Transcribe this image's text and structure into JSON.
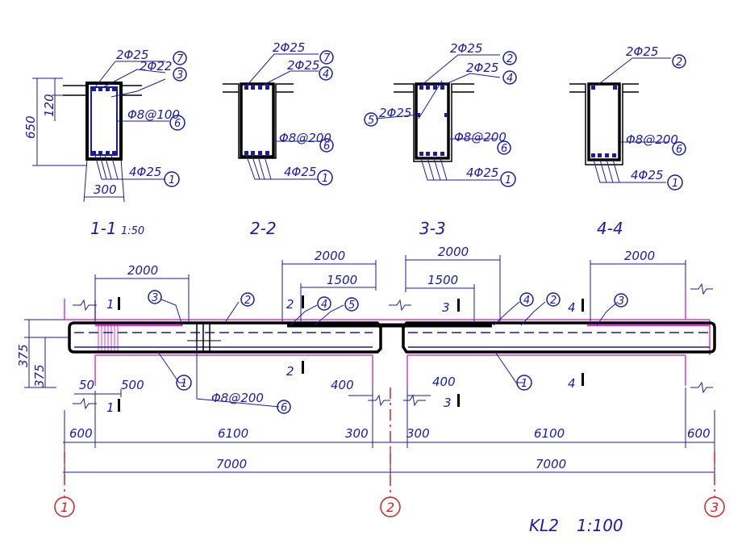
{
  "sections": [
    {
      "id": "1-1",
      "title": "1-1",
      "scale": "1:50",
      "labels": {
        "top1": "2Φ25",
        "top2": "2Φ22",
        "stirrup": "Φ8@100",
        "bottom": "4Φ25",
        "width": "300",
        "height": "650",
        "slab": "120"
      },
      "markers": {
        "top1": "7",
        "top2": "3",
        "stirrup": "6",
        "bottom": "1"
      }
    },
    {
      "id": "2-2",
      "title": "2-2",
      "labels": {
        "top1": "2Φ25",
        "top2": "2Φ25",
        "stirrup": "Φ8@200",
        "bottom": "4Φ25"
      },
      "markers": {
        "top1": "7",
        "top2": "4",
        "stirrup": "6",
        "bottom": "1"
      }
    },
    {
      "id": "3-3",
      "title": "3-3",
      "labels": {
        "top1": "2Φ25",
        "top2": "2Φ25",
        "side": "2Φ25",
        "stirrup": "Φ8@200",
        "bottom": "4Φ25"
      },
      "markers": {
        "top1": "2",
        "top2": "4",
        "side": "5",
        "stirrup": "6",
        "bottom": "1"
      }
    },
    {
      "id": "4-4",
      "title": "4-4",
      "labels": {
        "top1": "2Φ25",
        "stirrup": "Φ8@200",
        "bottom": "4Φ25"
      },
      "markers": {
        "top1": "2",
        "stirrup": "6",
        "bottom": "1"
      }
    }
  ],
  "elevation": {
    "dims_top": {
      "left_2000": "2000",
      "mid_left_2000": "2000",
      "mid_left_1500": "1500",
      "mid_right_2000": "2000",
      "mid_right_1500": "1500",
      "right_2000": "2000"
    },
    "dims_left": {
      "upper": "375",
      "lower": "375"
    },
    "dims_small": {
      "d50": "50",
      "d500": "500",
      "d400_left": "400",
      "d400_right": "400"
    },
    "dims_bottom": {
      "d600_left": "600",
      "d6100_left": "6100",
      "d300_left": "300",
      "d300_right": "300",
      "d6100_right": "6100",
      "d600_right": "600"
    },
    "dims_axis": {
      "span1": "7000",
      "span2": "7000"
    },
    "stirrup_label": "Φ8@200",
    "markers": {
      "m3_left": "3",
      "m2_left": "2",
      "m4_left": "4",
      "m5": "5",
      "m4_right": "4",
      "m2_right": "2",
      "m3_right": "3",
      "m1_left": "1",
      "m6": "6",
      "m1_right": "1"
    },
    "cut_marks": {
      "c1_top": "1",
      "c1_bot": "1",
      "c2_top": "2",
      "c2_bot": "2",
      "c3_top": "3",
      "c3_bot": "3",
      "c4_top": "4",
      "c4_bot": "4"
    }
  },
  "axes": [
    "1",
    "2",
    "3"
  ],
  "caption": {
    "name": "KL2",
    "scale": "1:100"
  }
}
